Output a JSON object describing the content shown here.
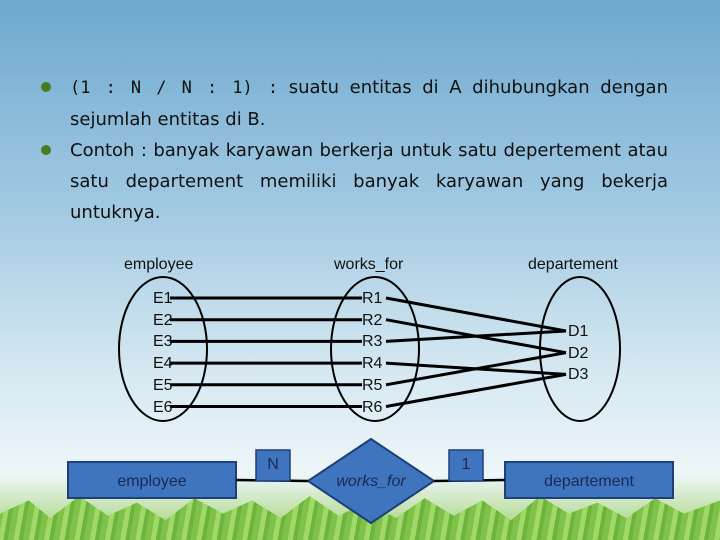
{
  "bullets": [
    {
      "mono": "(1 : N / N : 1) :",
      "text": " suatu entitas di A dihubungkan dengan sejumlah entitas di B."
    },
    {
      "mono": "",
      "text": "Contoh : banyak karyawan berkerja untuk satu depertement atau satu departement memiliki banyak karyawan yang bekerja untuknya."
    }
  ],
  "diagram": {
    "headers": {
      "employee": "employee",
      "works_for": "works_for",
      "departement": "departement"
    },
    "employees": [
      "E1",
      "E2",
      "E3",
      "E4",
      "E5",
      "E6"
    ],
    "relations": [
      "R1",
      "R2",
      "R3",
      "R4",
      "R5",
      "R6"
    ],
    "departments": [
      "D1",
      "D2",
      "D3"
    ],
    "mapping": {
      "employee_to_relation": [
        [
          0,
          0
        ],
        [
          1,
          1
        ],
        [
          2,
          2
        ],
        [
          3,
          3
        ],
        [
          4,
          4
        ],
        [
          5,
          5
        ]
      ],
      "relation_to_department": [
        [
          0,
          0
        ],
        [
          1,
          1
        ],
        [
          2,
          0
        ],
        [
          3,
          2
        ],
        [
          4,
          1
        ],
        [
          5,
          2
        ]
      ]
    }
  },
  "er": {
    "entity_left": "employee",
    "relationship": "works_for",
    "entity_right": "departement",
    "card_left": "N",
    "card_right": "1",
    "colors": {
      "entity_fill": "#3f74bf",
      "entity_border": "#1f3f78",
      "text": "#1a2a55"
    }
  }
}
